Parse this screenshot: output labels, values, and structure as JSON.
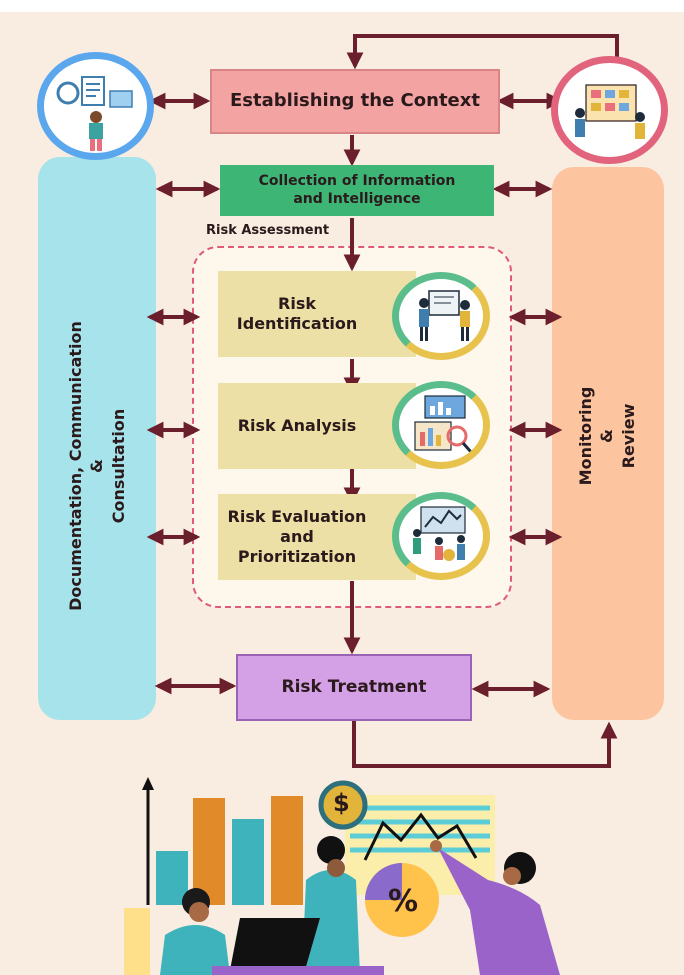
{
  "diagram": {
    "establishing": "Establishing the Context",
    "collection_line1": "Collection of Information",
    "collection_line2": "and Intelligence",
    "risk_assessment_label": "Risk Assessment",
    "risk_identification_line1": "Risk",
    "risk_identification_line2": "Identification",
    "risk_analysis": "Risk Analysis",
    "risk_evaluation_line1": "Risk Evaluation",
    "risk_evaluation_line2": "and",
    "risk_evaluation_line3": "Prioritization",
    "risk_treatment": "Risk Treatment",
    "left_panel_line1": "Documentation, Communication",
    "left_panel_line2": "&",
    "left_panel_line3": "Consultation",
    "right_panel_line1": "Monitoring",
    "right_panel_line2": "&",
    "right_panel_line3": "Review",
    "percent_symbol": "%",
    "dollar_symbol": "$"
  },
  "colors": {
    "background": "#f9ece0",
    "arrow": "#6b1f2c",
    "establishing_fill": "#f4a3a3",
    "collection_fill": "#3cb575",
    "assessment_step_fill": "#ede0a6",
    "treatment_fill": "#d4a0e6",
    "left_panel": "#a6e3ea",
    "right_panel": "#fcc49f",
    "dashed_border": "#e05a7c",
    "circle_blue": "#5aa7ee",
    "circle_pink": "#e1647c"
  },
  "icons": [
    "planning-person-icon",
    "team-board-icon",
    "identification-people-icon",
    "analysis-dashboard-icon",
    "evaluation-team-icon",
    "finance-team-illustration"
  ]
}
